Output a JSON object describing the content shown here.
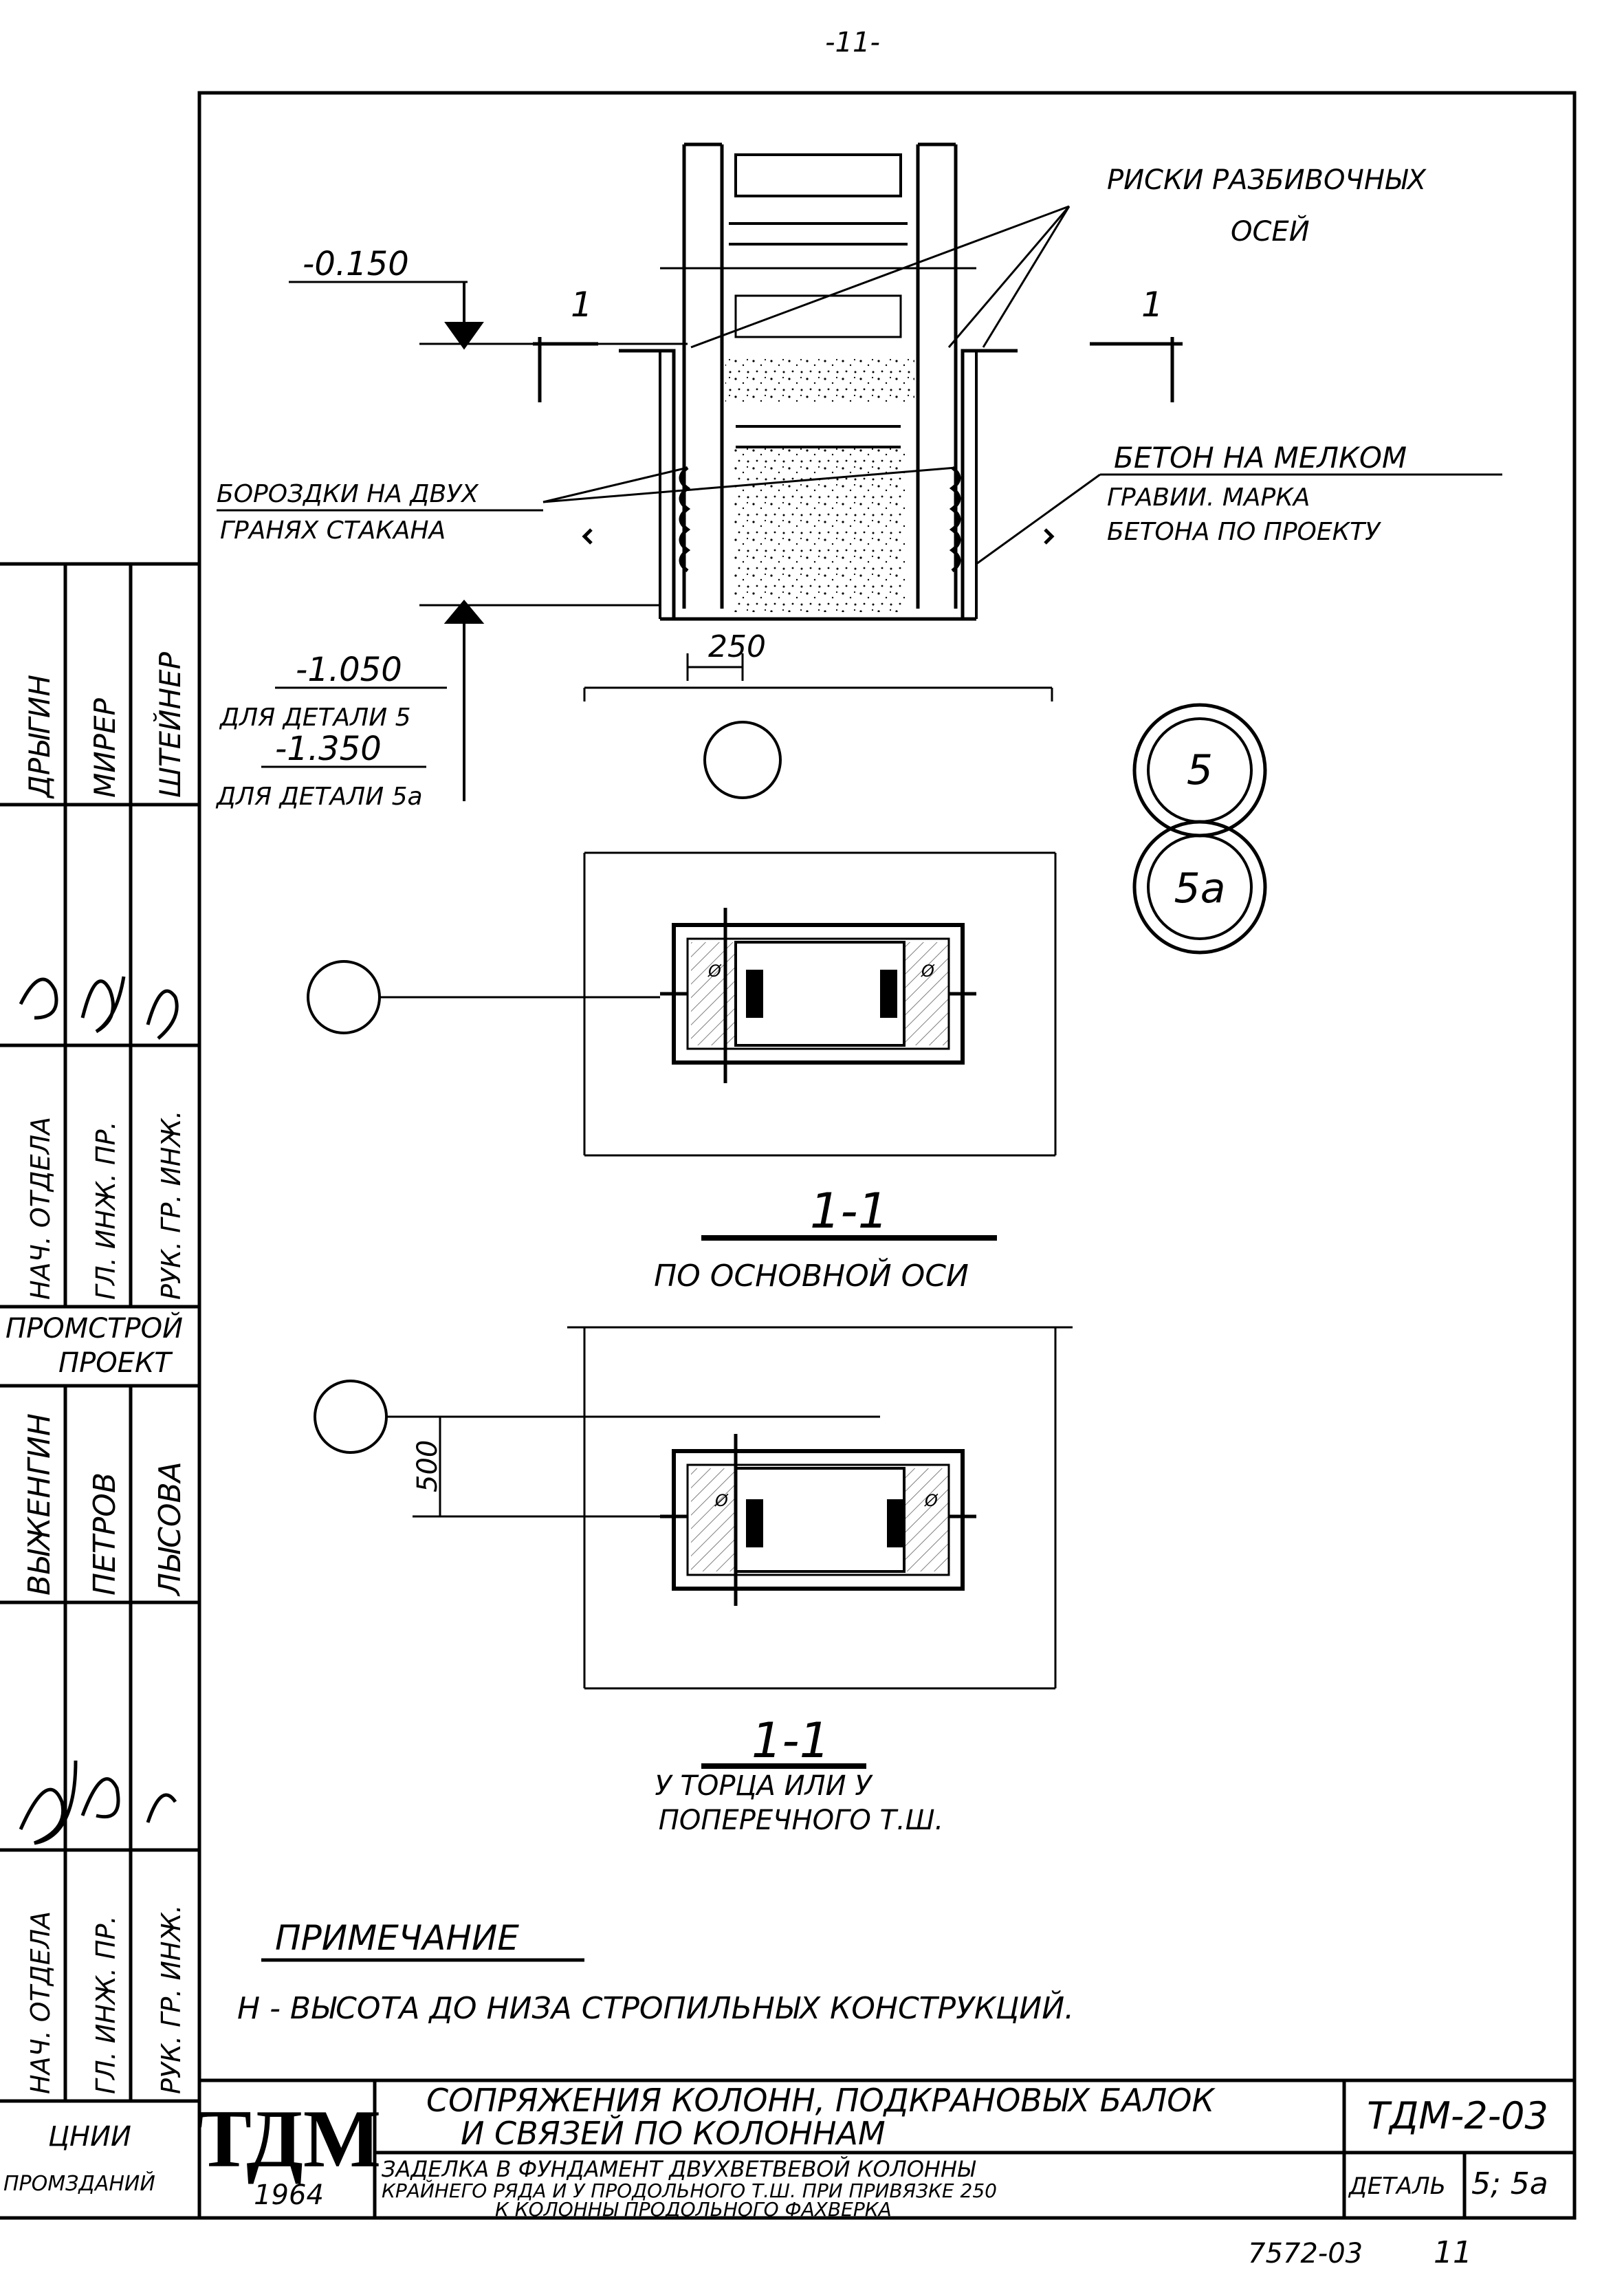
{
  "page_number": "-11-",
  "section_view": {
    "level_top": "-0.150",
    "level_bottom_5": "-1.050",
    "for_detail_5": "ДЛЯ ДЕТАЛИ 5",
    "level_bottom_5a": "-1.350",
    "for_detail_5a": "ДЛЯ ДЕТАЛИ 5а",
    "dim_250": "250",
    "cut_mark": "1",
    "label_axes_1": "РИСКИ РАЗБИВОЧНЫХ",
    "label_axes_2": "ОСЕЙ",
    "label_grooves_1": "БОРОЗДКИ НА ДВУХ",
    "label_grooves_2": "ГРАНЯХ СТАКАНА",
    "label_concrete_1": "БЕТОН НА МЕЛКОМ",
    "label_concrete_2": "ГРАВИИ. МАРКА",
    "label_concrete_3": "БЕТОНА ПО ПРОЕКТУ"
  },
  "detail_markers": {
    "d1": "5",
    "d2": "5а"
  },
  "plan_1": {
    "title": "1-1",
    "caption": "ПО ОСНОВНОЙ ОСИ",
    "rebar_a": "Ø",
    "rebar_b": "Ø"
  },
  "plan_2": {
    "title": "1-1",
    "caption_1": "У ТОРЦА ИЛИ У",
    "caption_2": "ПОПЕРЕЧНОГО Т.Ш.",
    "dim_500": "500",
    "rebar_a": "Ø",
    "rebar_b": "Ø"
  },
  "note": {
    "heading": "ПРИМЕЧАНИЕ",
    "text": "Н - ВЫСОТА ДО НИЗА СТРОПИЛЬНЫХ КОНСТРУКЦИЙ."
  },
  "side_stamp": {
    "names_top": [
      "ДРЫГИН",
      "МИРЕР",
      "ШТЕЙНЕР"
    ],
    "roles_top": [
      "НАЧ. ОТДЕЛА",
      "ГЛ. ИНЖ. ПР.",
      "РУК. ГР. ИНЖ."
    ],
    "org_1": "ПРОМСТРОЙ",
    "org_2": "ПРОЕКТ",
    "names_bottom": [
      "ВЫЖЕНГИН",
      "ПЕТРОВ",
      "ЛЫСОВА"
    ],
    "roles_bottom": [
      "НАЧ. ОТДЕЛА",
      "ГЛ. ИНЖ. ПР.",
      "РУК. ГР. ИНЖ."
    ],
    "org_bottom_1": "ЦНИИ",
    "org_bottom_2": "ПРОМЗДАНИЙ"
  },
  "title_block": {
    "logo": "ТДМ",
    "year": "1964",
    "title_1": "СОПРЯЖЕНИЯ   КОЛОНН, ПОДКРАНОВЫХ БАЛОК",
    "title_2": "И СВЯЗЕЙ   ПО   КОЛОННАМ",
    "code": "ТДМ-2-03",
    "sub_1": "ЗАДЕЛКА В ФУНДАМЕНТ ДВУХВЕТВЕВОЙ КОЛОННЫ",
    "sub_2": "КРАЙНЕГО РЯДА И У ПРОДОЛЬНОГО Т.Ш. ПРИ ПРИВЯЗКЕ  250",
    "sub_3": "К КОЛОННЫ  ПРОДОЛЬНОГО ФАХВЕРКА",
    "detail_label": "ДЕТАЛЬ",
    "detail_value": "5; 5а"
  },
  "footer": {
    "archive": "7572-03",
    "sheet": "11"
  }
}
